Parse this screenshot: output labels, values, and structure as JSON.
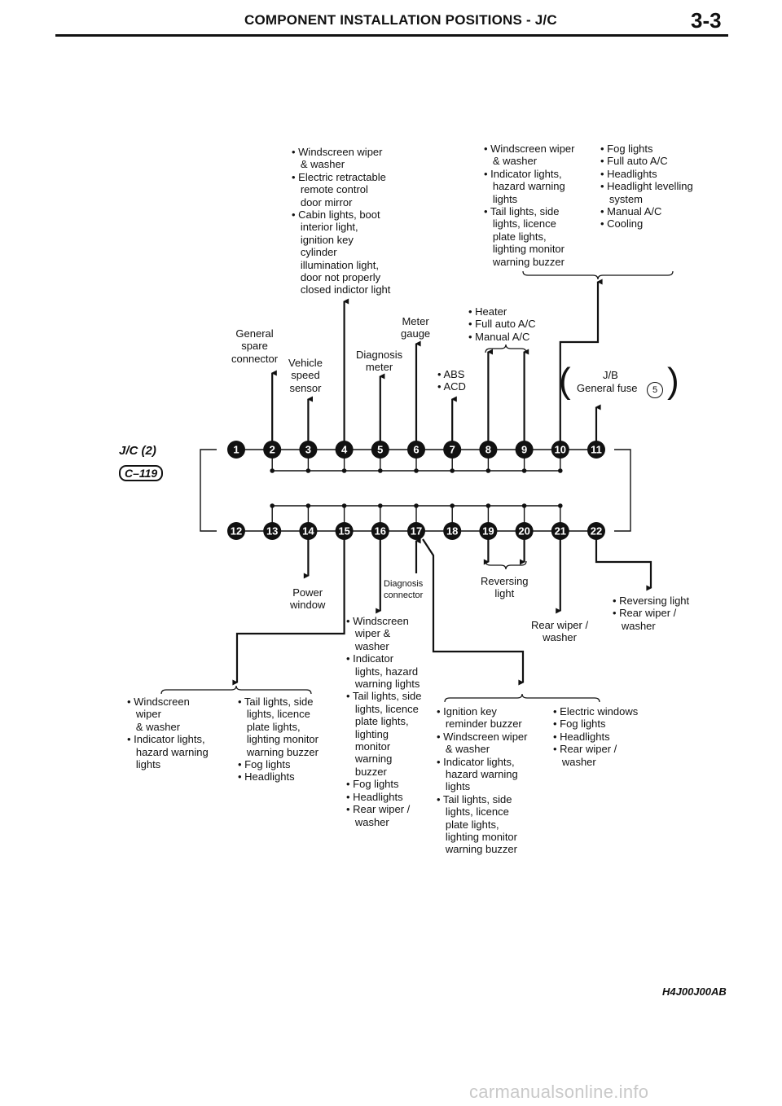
{
  "header": {
    "title": "COMPONENT INSTALLATION POSITIONS - J/C",
    "page": "3-3"
  },
  "connector": {
    "name": "J/C (2)",
    "code": "C–119",
    "pins_top": [
      "1",
      "2",
      "3",
      "4",
      "5",
      "6",
      "7",
      "8",
      "9",
      "10",
      "11"
    ],
    "pins_bottom": [
      "12",
      "13",
      "14",
      "15",
      "16",
      "17",
      "18",
      "19",
      "20",
      "21",
      "22"
    ]
  },
  "labels": {
    "general_spare": "General\nspare\nconnector",
    "vehicle_speed": "Vehicle\nspeed\nsensor",
    "windscreen_top": "• Windscreen wiper\n   & washer\n• Electric retractable\n   remote control\n   door mirror\n• Cabin lights, boot\n   interior light,\n   ignition key\n   cylinder\n   illumination light,\n   door not properly\n   closed indictor light",
    "diagnosis_meter": "Diagnosis\nmeter",
    "meter_gauge": "Meter\ngauge",
    "abs_acd": "• ABS\n• ACD",
    "heater": "• Heater\n• Full auto A/C\n• Manual A/C",
    "windscreen_right": "• Windscreen wiper\n   & washer\n• Indicator lights,\n   hazard warning\n   lights\n• Tail lights, side\n   lights, licence\n   plate lights,\n   lighting monitor\n   warning buzzer",
    "fog_right": "• Fog lights\n• Full auto A/C\n• Headlights\n• Headlight levelling\n   system\n• Manual A/C\n• Cooling",
    "jb_title": "J/B",
    "jb_fuse": "General fuse",
    "jb_fuse_no": "5",
    "power_window": "Power\nwindow",
    "diagnosis_connector": "Diagnosis\nconnector",
    "reversing_light": "Reversing\nlight",
    "rear_wiper": "Rear wiper /\nwasher",
    "reversing_rear": "• Reversing light\n• Rear wiper /\n   washer",
    "windscreen_mid": "• Windscreen\n   wiper &\n   washer\n• Indicator\n   lights, hazard\n   warning lights\n• Tail lights, side\n   lights, licence\n   plate lights,\n   lighting\n   monitor\n   warning\n   buzzer\n• Fog lights\n• Headlights\n• Rear wiper /\n   washer",
    "windscreen_left": "• Windscreen\n   wiper\n   & washer\n• Indicator lights,\n   hazard warning\n   lights",
    "tail_left": "• Tail lights, side\n   lights, licence\n   plate lights,\n   lighting monitor\n   warning buzzer\n• Fog lights\n• Headlights",
    "ignition_key": "• Ignition key\n   reminder buzzer\n• Windscreen wiper\n   & washer\n• Indicator lights,\n   hazard warning\n   lights\n• Tail lights, side\n   lights, licence\n   plate lights,\n   lighting monitor\n   warning buzzer",
    "electric_windows": "• Electric windows\n• Fog lights\n• Headlights\n• Rear wiper /\n   washer"
  },
  "figure_code": "H4J00J00AB",
  "watermark": "carmanualsonline.info"
}
